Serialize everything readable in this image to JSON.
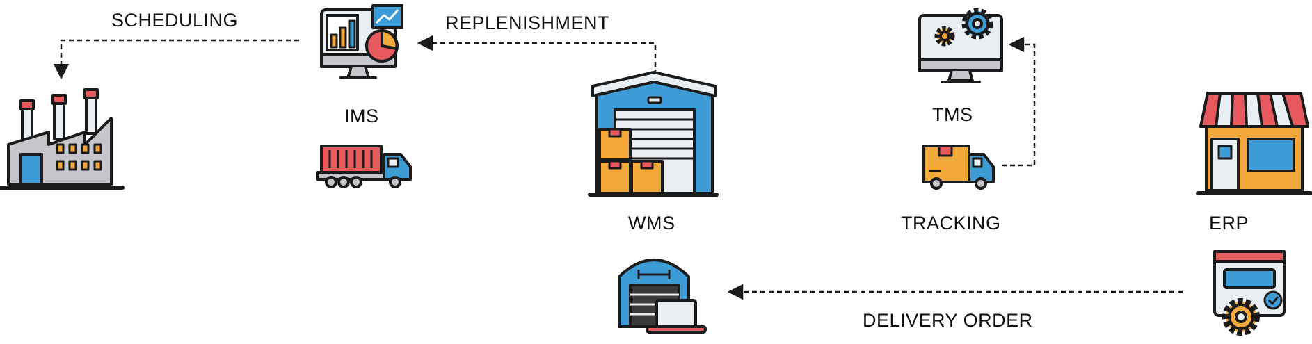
{
  "labels": {
    "scheduling": "SCHEDULING",
    "replenishment": "REPLENISHMENT",
    "ims": "IMS",
    "tms": "TMS",
    "wms": "WMS",
    "tracking": "TRACKING",
    "erp": "ERP",
    "delivery_order": "DELIVERY ORDER"
  },
  "icons": {
    "factory": "factory-icon",
    "ims": "analytics-monitor-icon",
    "container_truck": "container-truck-icon",
    "warehouse": "warehouse-icon",
    "wms": "warehouse-laptop-icon",
    "tms": "gear-monitor-icon",
    "delivery_truck": "delivery-truck-icon",
    "store": "store-icon",
    "erp": "erp-settings-icon"
  },
  "colors": {
    "outline": "#1b1b1b",
    "blue": "#3d9bd6",
    "red": "#e65a5e",
    "orange": "#f2a83b",
    "gray": "#c4c6cb",
    "light": "#e9eef3"
  }
}
